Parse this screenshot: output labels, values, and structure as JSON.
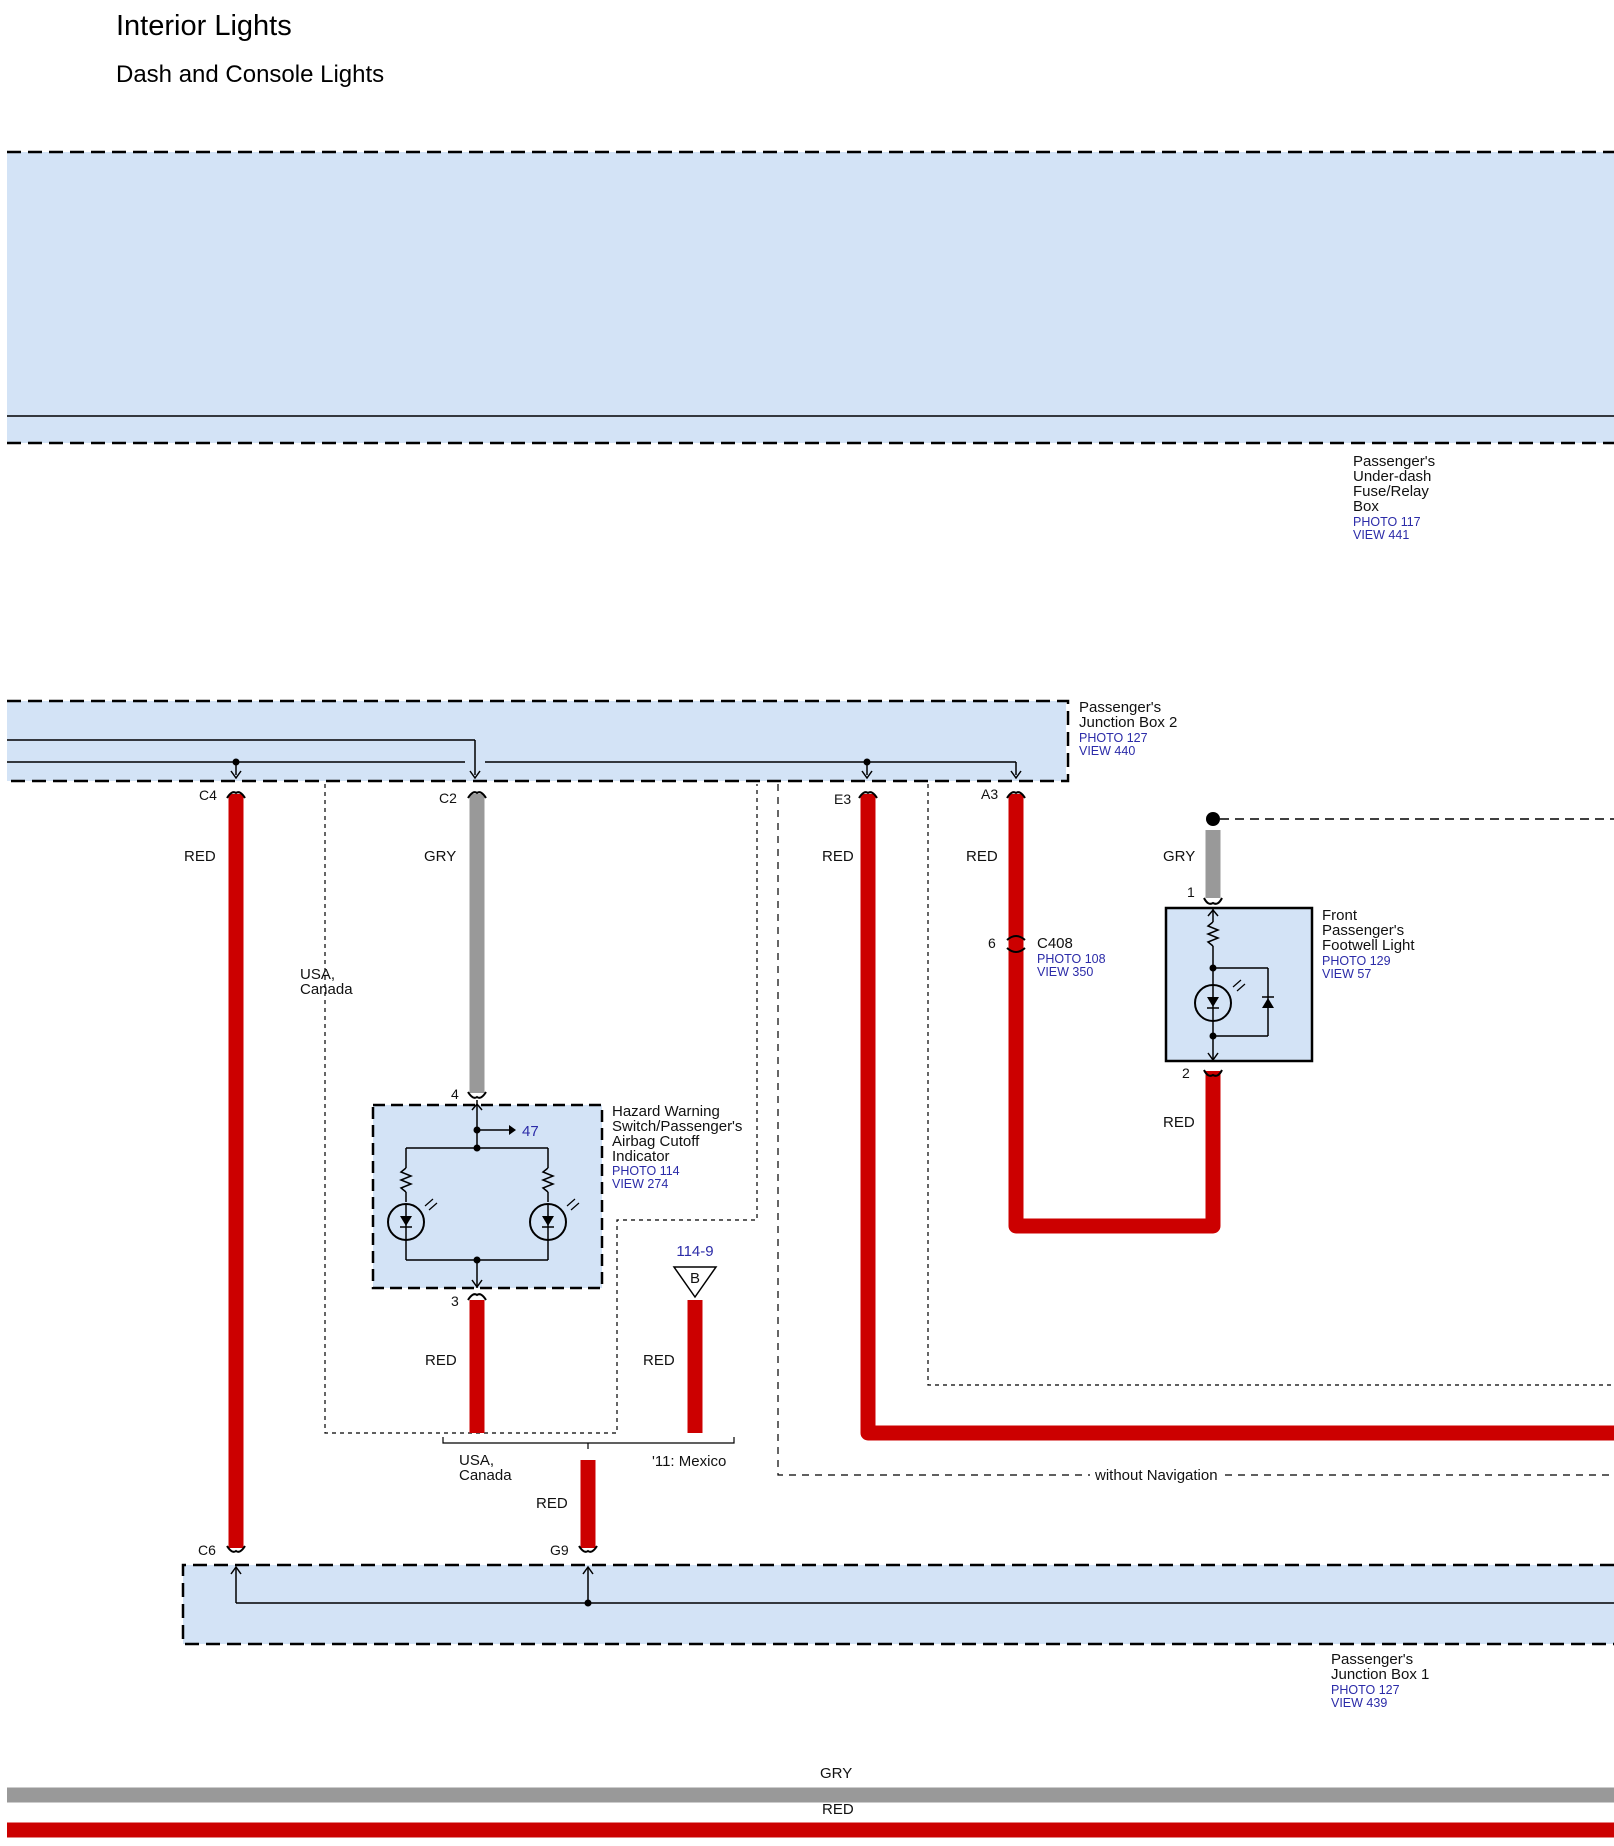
{
  "title": "Interior Lights",
  "subtitle": "Dash and Console Lights",
  "colors": {
    "red_wire": "#cc0000",
    "gray_wire": "#999999",
    "box_fill": "#d3e3f6",
    "ref_text": "#2b2ba8"
  },
  "components": {
    "fuse_box": {
      "name": [
        "Passenger's",
        "Under-dash",
        "Fuse/Relay",
        "Box"
      ],
      "photo": "PHOTO 117",
      "view": "VIEW 441"
    },
    "jb2": {
      "name": [
        "Passenger's",
        "Junction Box 2"
      ],
      "photo": "PHOTO 127",
      "view": "VIEW 440"
    },
    "jb1": {
      "name": [
        "Passenger's",
        "Junction Box 1"
      ],
      "photo": "PHOTO 127",
      "view": "VIEW 439"
    },
    "hazard": {
      "name": [
        "Hazard Warning",
        "Switch/Passenger's",
        "Airbag Cutoff",
        "Indicator"
      ],
      "photo": "PHOTO 114",
      "view": "VIEW 274",
      "xref": "47"
    },
    "footwell": {
      "name": [
        "Front",
        "Passenger's",
        "Footwell Light"
      ],
      "photo": "PHOTO 129",
      "view": "VIEW 57"
    },
    "c408": {
      "name": "C408",
      "photo": "PHOTO 108",
      "view": "VIEW 350",
      "pin": "6"
    }
  },
  "connectors": {
    "c4": "C4",
    "c2": "C2",
    "e3": "E3",
    "a3": "A3",
    "c6": "C6",
    "g9": "G9"
  },
  "pins": {
    "hazard_in": "4",
    "hazard_out": "3",
    "footwell_in": "1",
    "footwell_out": "2"
  },
  "wires": {
    "c4": "RED",
    "c2": "GRY",
    "e3": "RED",
    "a3": "RED",
    "footwell_top": "GRY",
    "footwell_out": "RED",
    "hazard_out": "RED",
    "ground": "RED",
    "g9": "RED",
    "bottom_gray": "GRY",
    "bottom_red": "RED"
  },
  "variants": {
    "usa_canada_1": [
      "USA,",
      "Canada"
    ],
    "usa_canada_2": [
      "USA,",
      "Canada"
    ],
    "mexico": "'11: Mexico",
    "without_nav": "without Navigation"
  },
  "ground": {
    "ref": "114-9",
    "letter": "B"
  }
}
